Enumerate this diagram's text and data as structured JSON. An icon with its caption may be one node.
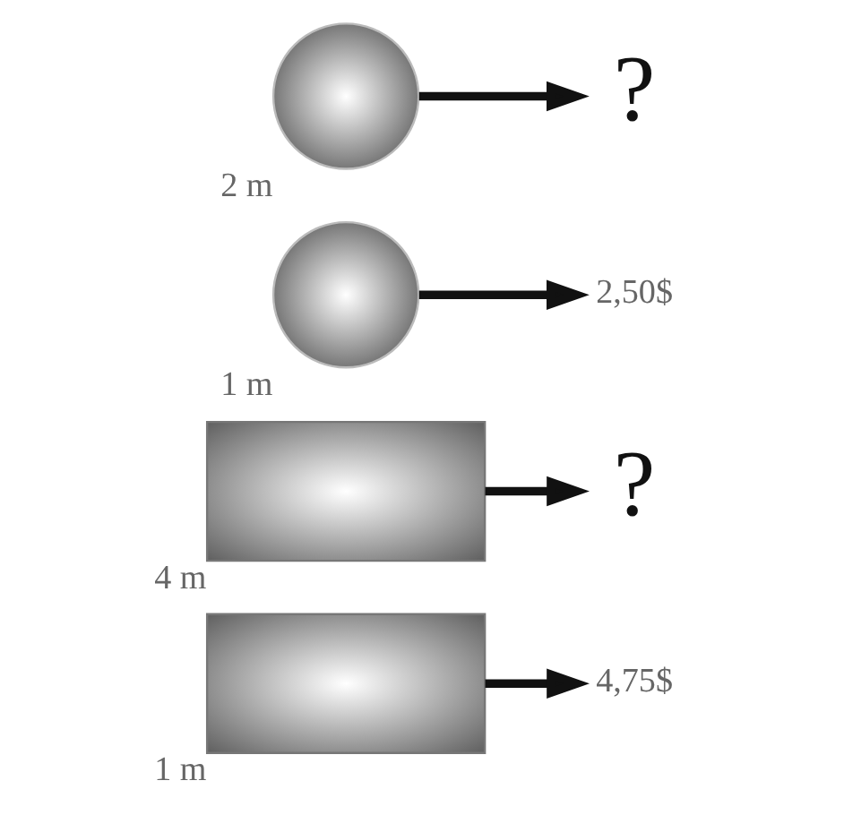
{
  "diagram": {
    "nodes": [
      {
        "text": [],
        "shape": "box",
        "beside": [
          "1 m"
        ]
      },
      {
        "text": [
          "4,75$"
        ]
      },
      {
        "text": [],
        "shape": "box",
        "beside": [
          "4 m"
        ]
      },
      {
        "text": [
          "?"
        ]
      },
      {
        "text": [],
        "shape": "circle",
        "beside": [
          "1 m"
        ]
      },
      {
        "text": [
          "2,50$"
        ]
      },
      {
        "text": [],
        "shape": "circle",
        "beside": [
          "2 m"
        ]
      },
      {
        "text": [
          "?"
        ]
      }
    ],
    "edges": [
      {
        "from": 0,
        "to": 1,
        "arrow": "to"
      },
      {
        "from": 2,
        "to": 3,
        "arrow": "to"
      },
      {
        "from": 4,
        "to": 5,
        "arrow": "to"
      },
      {
        "from": 6,
        "to": 7,
        "arrow": "to"
      }
    ]
  }
}
